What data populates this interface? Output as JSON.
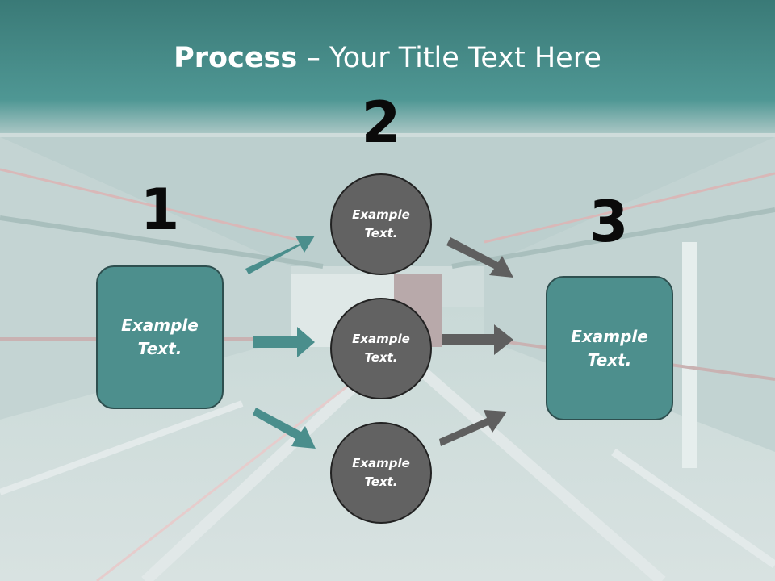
{
  "title": {
    "bold": "Process",
    "rest": " – Your Title Text Here"
  },
  "steps": [
    {
      "number": "1"
    },
    {
      "number": "2"
    },
    {
      "number": "3"
    }
  ],
  "left_box": {
    "line1": "Example",
    "line2": "Text."
  },
  "right_box": {
    "line1": "Example",
    "line2": "Text."
  },
  "circles": [
    {
      "line1": "Example",
      "line2": "Text."
    },
    {
      "line1": "Example",
      "line2": "Text."
    },
    {
      "line1": "Example",
      "line2": "Text."
    }
  ],
  "colors": {
    "teal": "#4d8f8d",
    "teal_arrow": "#4a8e8c",
    "circle_fill": "#626262",
    "gray_arrow": "#5f5f5f",
    "header_band": "#3e7f7c"
  }
}
